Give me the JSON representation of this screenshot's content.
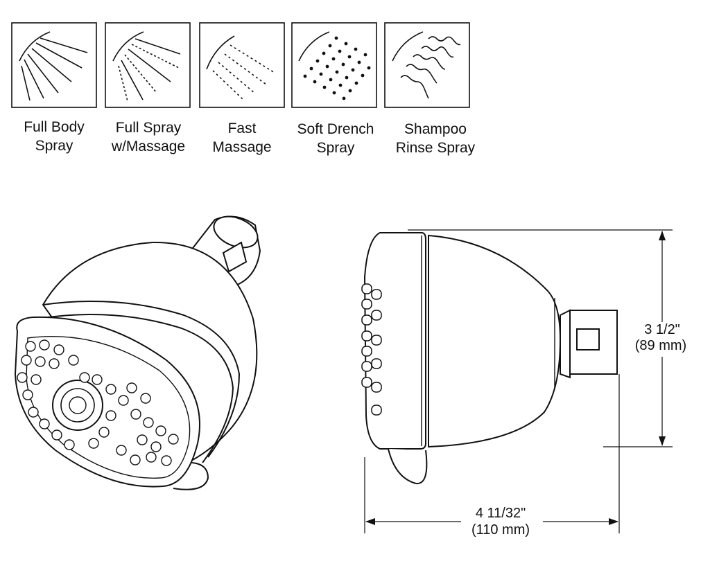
{
  "spray_settings": [
    {
      "icon": "full-body-spray-icon",
      "line1": "Full Body",
      "line2": "Spray"
    },
    {
      "icon": "full-spray-massage-icon",
      "line1": "Full Spray",
      "line2": "w/Massage"
    },
    {
      "icon": "fast-massage-icon",
      "line1": "Fast",
      "line2": "Massage"
    },
    {
      "icon": "soft-drench-spray-icon",
      "line1": "Soft Drench",
      "line2": "Spray"
    },
    {
      "icon": "shampoo-rinse-spray-icon",
      "line1": "Shampoo",
      "line2": "Rinse Spray"
    }
  ],
  "dimensions": {
    "height_imperial": "3 1/2\"",
    "height_metric": "(89 mm)",
    "depth_imperial": "4 11/32\"",
    "depth_metric": "(110 mm)"
  }
}
